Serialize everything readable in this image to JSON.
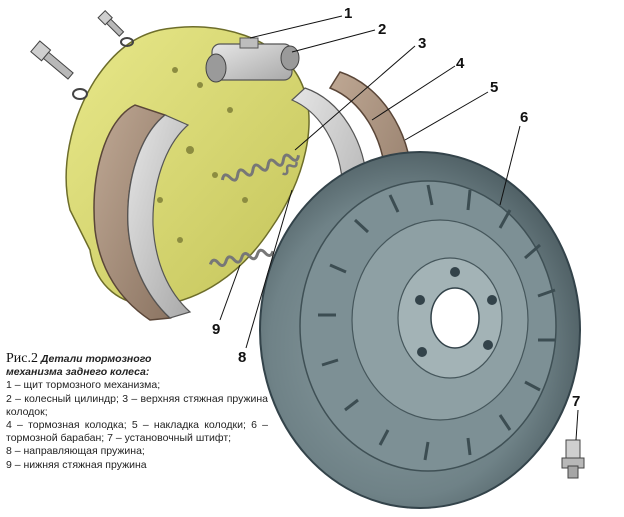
{
  "figure": {
    "number": "Рис.2",
    "title_line1": "Детали тормозного",
    "title_line2": "механизма заднего колеса:"
  },
  "legend": [
    "1 – щит тормозного механизма;",
    "2 – колесный цилиндр; 3 – верхняя стяжная пружина колодок;",
    "4 – тормозная колодка; 5 – накладка колодки; 6 – тормозной барабан; 7 – установочный штифт;",
    "8 – направляющая пружина;",
    "9 – нижняя стяжная пружина"
  ],
  "callouts": {
    "c1": "1",
    "c2": "2",
    "c3": "3",
    "c4": "4",
    "c5": "5",
    "c6": "6",
    "c7": "7",
    "c8": "8",
    "c9": "9"
  },
  "colors": {
    "backplate": "#d9d870",
    "shoe_lining": "#a38a78",
    "shoe_metal": "#c8c8c8",
    "drum": "#6f8287",
    "drum_dark": "#45565b",
    "spring": "#8e8e8e",
    "text": "#111111"
  }
}
